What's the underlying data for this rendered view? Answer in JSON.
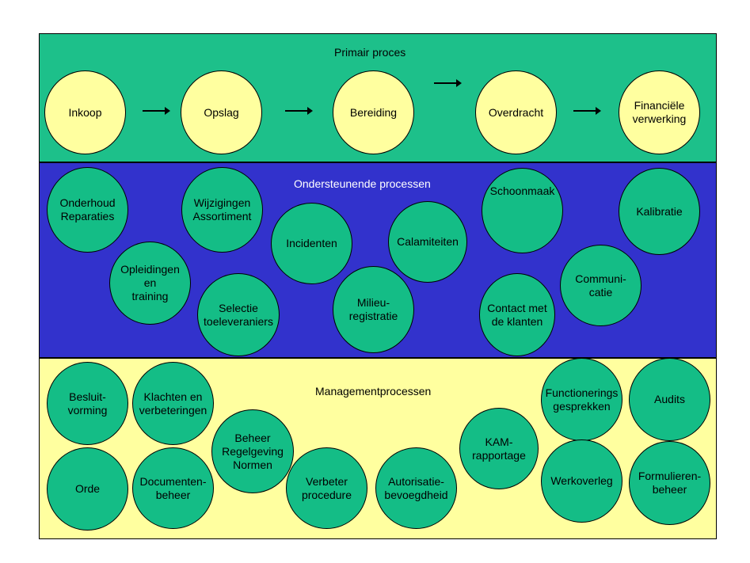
{
  "primary": {
    "title": "Primair proces",
    "nodes": [
      "Inkoop",
      "Opslag",
      "Bereiding",
      "Overdracht",
      "Financiële\nverwerking"
    ]
  },
  "support": {
    "title": "Ondersteunende processen",
    "nodes": [
      "Onderhoud\nReparaties",
      "Wijzigingen\nAssortiment",
      "Incidenten",
      "Calamiteiten",
      "Schoonmaak",
      "Kalibratie",
      "Opleidingen\nen\ntraining",
      "Selectie\ntoeleveraniers",
      "Milieu-\nregistratie",
      "Contact met\nde klanten",
      "Communi-\ncatie"
    ]
  },
  "management": {
    "title": "Managementprocessen",
    "nodes": [
      "Besluit-\nvorming",
      "Klachten en\nverbeteringen",
      "Beheer\nRegelgeving\nNormen",
      "KAM-\nrapportage",
      "Functionerings\ngesprekken",
      "Audits",
      "Orde",
      "Documenten-\nbeheer",
      "Verbeter\nprocedure",
      "Autorisatie-\nbevoegdheid",
      "Werkoverleg",
      "Formulieren-\nbeheer"
    ]
  },
  "colors": {
    "primary_band": "#1dc08a",
    "support_band": "#3232cc",
    "management_band": "#ffff9f",
    "primary_node": "#ffff9f",
    "secondary_node": "#14bd86"
  }
}
